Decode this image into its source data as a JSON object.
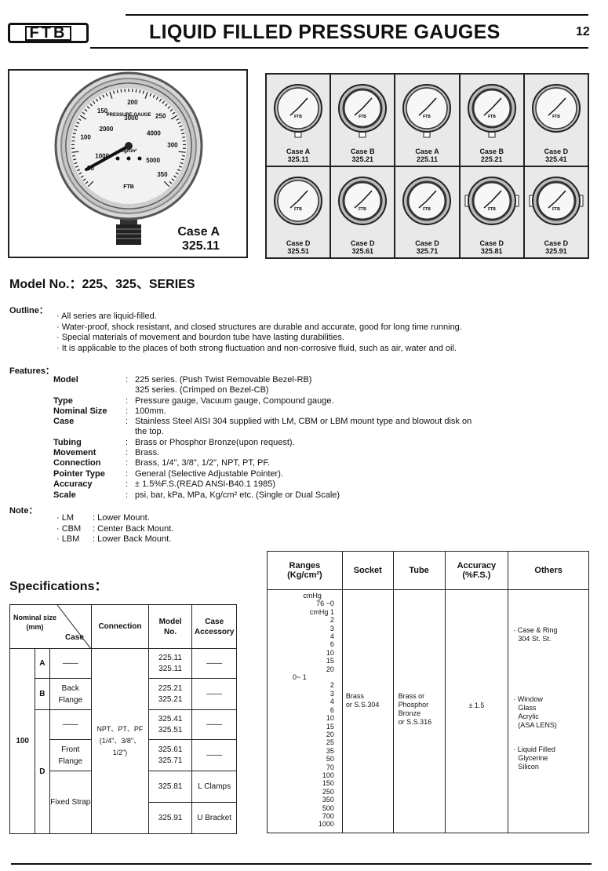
{
  "header": {
    "logo": "FTB",
    "title": "LIQUID FILLED PRESSURE GAUGES",
    "page_number": "12"
  },
  "hero": {
    "dial_text": "PRESSURE GAUGE",
    "dial_unit": "Kg/cm²",
    "dial_brand": "FTB",
    "inner_scale": [
      "1000",
      "2000",
      "3000",
      "4000",
      "5000"
    ],
    "outer_scale": [
      "50",
      "100",
      "150",
      "200",
      "250",
      "300",
      "350"
    ],
    "case_label": "Case A",
    "case_model": "325.11"
  },
  "thumbnails": [
    {
      "case": "Case A",
      "model": "325.11"
    },
    {
      "case": "Case B",
      "model": "325.21"
    },
    {
      "case": "Case A",
      "model": "225.11"
    },
    {
      "case": "Case B",
      "model": "225.21"
    },
    {
      "case": "Case D",
      "model": "325.41"
    },
    {
      "case": "Case D",
      "model": "325.51"
    },
    {
      "case": "Case D",
      "model": "325.61"
    },
    {
      "case": "Case D",
      "model": "325.71"
    },
    {
      "case": "Case D",
      "model": "325.81"
    },
    {
      "case": "Case D",
      "model": "325.91"
    }
  ],
  "thumb_brand": "FTB",
  "model_heading": "Model No.：225、325、SERIES",
  "outline": {
    "label": "Outline：",
    "items": [
      "· All series are liquid-filled.",
      "· Water-proof, shock resistant, and closed structures are durable and accurate, good for long time running.",
      "· Special materials of movement and bourdon tube have lasting durabilities.",
      "· It is applicable to the places of both strong fluctuation and non-corrosive fluid, such as air, water and oil."
    ]
  },
  "features": {
    "label": "Features：",
    "rows": [
      {
        "key": "Model",
        "value": "225 series. (Push Twist Removable Bezel-RB)"
      },
      {
        "key": "",
        "value": "325 series. (Crimped on Bezel-CB)"
      },
      {
        "key": "Type",
        "value": "Pressure gauge, Vacuum gauge, Compound gauge."
      },
      {
        "key": "Nominal Size",
        "value": "100mm."
      },
      {
        "key": "Case",
        "value": "Stainless Steel AISI 304 supplied with LM, CBM or LBM mount type and blowout disk on"
      },
      {
        "key": "",
        "value": "the top."
      },
      {
        "key": "Tubing",
        "value": "Brass or Phosphor Bronze(upon request)."
      },
      {
        "key": "Movement",
        "value": "Brass."
      },
      {
        "key": "Connection",
        "value": "Brass, 1/4\", 3/8\", 1/2\", NPT, PT, PF."
      },
      {
        "key": "Pointer Type",
        "value": "General (Selective Adjustable Pointer)."
      },
      {
        "key": "Accuracy",
        "value": "± 1.5%F.S.(READ ANSI-B40.1 1985)"
      },
      {
        "key": "Scale",
        "value": "psi, bar, kPa, MPa, Kg/cm² etc. (Single or Dual Scale)"
      }
    ]
  },
  "note": {
    "label": "Note：",
    "items": [
      {
        "abbr": "· LM",
        "desc": ": Lower Mount."
      },
      {
        "abbr": "· CBM",
        "desc": ": Center Back Mount."
      },
      {
        "abbr": "· LBM",
        "desc": ": Lower Back Mount."
      }
    ]
  },
  "spec_title": "Specifications：",
  "spec_table": {
    "h_nominal": "Nominal size",
    "h_mm": "(mm)",
    "h_case": "Case",
    "h_connection": "Connection",
    "h_model": "Model",
    "h_no": "No.",
    "h_case_acc": "Case",
    "h_accessory": "Accessory",
    "size": "100",
    "connection_1": "NPT、PT、PF",
    "connection_2": "(1/4\"、3/8\"、",
    "connection_3": "1/2\")",
    "rows": [
      {
        "case": "A",
        "type": "——",
        "models": [
          "225.11",
          "325.11"
        ],
        "acc": "——"
      },
      {
        "case": "B",
        "type": "Back Flange",
        "models": [
          "225.21",
          "325.21"
        ],
        "acc": "——"
      },
      {
        "case": "D",
        "type": "——",
        "models": [
          "325.41",
          "325.51"
        ],
        "acc": "——"
      },
      {
        "case": "",
        "type": "Front Flange",
        "models": [
          "325.61",
          "325.71"
        ],
        "acc": "——"
      },
      {
        "case": "",
        "type": "Fixed Strap",
        "models": [
          "325.81"
        ],
        "acc": "L Clamps"
      },
      {
        "case": "",
        "type": "",
        "models": [
          "325.91"
        ],
        "acc": "U Bracket"
      }
    ]
  },
  "ranges_table": {
    "headers": [
      "Ranges",
      "(Kg/cm²)",
      "Socket",
      "Tube",
      "Accuracy",
      "(%F.S.)",
      "Others"
    ],
    "ranges_top": [
      "cmHg",
      "76 ~0",
      "cmHg 1"
    ],
    "ranges_1": [
      "2",
      "3",
      "4",
      "6",
      "10",
      "15",
      "20"
    ],
    "zero_mark": "0~ 1",
    "ranges_2": [
      "2",
      "3",
      "4",
      "6",
      "10",
      "15",
      "20",
      "25",
      "35",
      "50",
      "70",
      "100",
      "150",
      "250",
      "350",
      "500",
      "700",
      "1000"
    ],
    "socket": [
      "Brass",
      "or S.S.304"
    ],
    "tube": [
      "Brass or",
      "Phosphor",
      "Bronze",
      "or S.S.316"
    ],
    "accuracy": "± 1.5",
    "others_1": [
      "· Case & Ring",
      "304 St. St."
    ],
    "others_2": [
      "· Window",
      "Glass",
      "Acrylic",
      "(ASA LENS)"
    ],
    "others_3": [
      "· Liquid Filled",
      "Glycerine",
      "Silicon"
    ]
  }
}
